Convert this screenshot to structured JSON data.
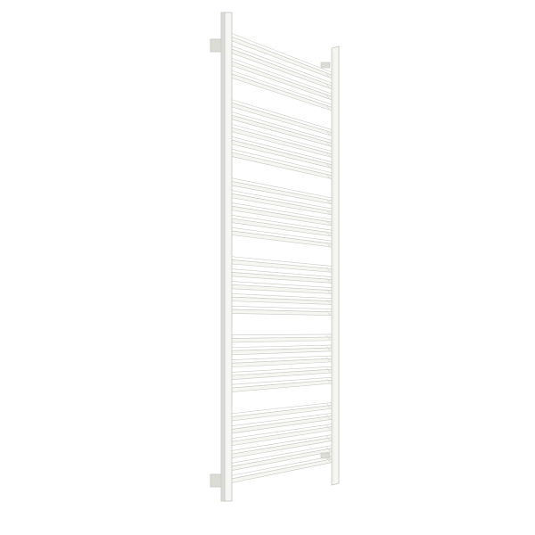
{
  "image": {
    "subject": "towel-radiator",
    "background_color": "#ffffff",
    "colors": {
      "face": "#f6f6f3",
      "top": "#ffffff",
      "shade": "#dcdcd7",
      "edge": "#c8c8c2",
      "gap": "#e9e9e5"
    },
    "rail_groups": [
      4,
      5,
      5,
      5,
      5,
      6
    ],
    "rail_count": 30
  }
}
